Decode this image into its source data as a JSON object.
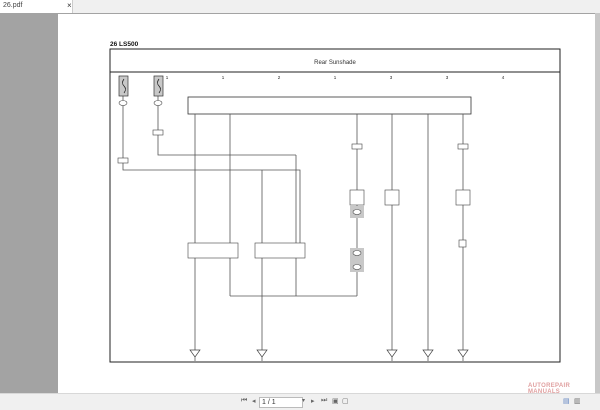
{
  "tab": {
    "title": "26.pdf",
    "close": "×"
  },
  "document": {
    "title": "26  LS500",
    "section": "Rear Sunshade",
    "columns": [
      "1",
      "1",
      "2",
      "1",
      "3",
      "3",
      "4"
    ]
  },
  "toolbar": {
    "first": "⏮",
    "prev": "◂",
    "page": "1 / 1",
    "dropdown": "▾",
    "next": "▸",
    "last": "⏭",
    "fit_page": "▣",
    "fit_width": "▢",
    "view_single": "▤",
    "view_double": "▥"
  },
  "watermark": "AUTOREPAIR MANUALS",
  "colors": {
    "viewer_bg": "#a3a3a3",
    "connector_gray": "#c8c8c8",
    "wire": "#444444"
  }
}
